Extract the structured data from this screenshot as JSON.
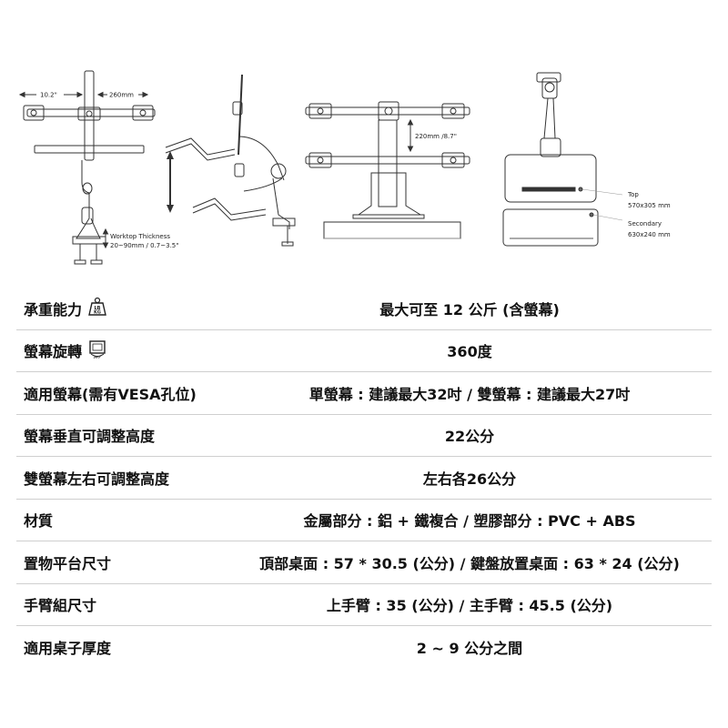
{
  "diagram": {
    "dim_left": "10.2\"",
    "dim_right": "260mm",
    "worktop_line1": "Worktop Thickness",
    "worktop_line2": "20~90mm / 0.7~3.5\"",
    "vertical_gap": "220mm /8.7\"",
    "top_label": "Top",
    "top_size": "570x305 mm",
    "secondary_label": "Secondary",
    "secondary_size": "630x240 mm",
    "weight_icon_text": "LB\nKG",
    "rotate_icon_text": "360°"
  },
  "specs": [
    {
      "label": "承重能力",
      "icon": "weight-icon",
      "value": "最大可至 12 公斤 (含螢幕)"
    },
    {
      "label": "螢幕旋轉",
      "icon": "rotation-icon",
      "value": "360度"
    },
    {
      "label": "適用螢幕(需有VESA孔位)",
      "icon": "",
      "value": "單螢幕 : 建議最大32吋 / 雙螢幕 : 建議最大27吋"
    },
    {
      "label": "螢幕垂直可調整高度",
      "icon": "",
      "value": "22公分"
    },
    {
      "label": "雙螢幕左右可調整高度",
      "icon": "",
      "value": "左右各26公分"
    },
    {
      "label": "材質",
      "icon": "",
      "value": "金屬部分 : 鋁 + 鐵複合 / 塑膠部分 : PVC + ABS"
    },
    {
      "label": "置物平台尺寸",
      "icon": "",
      "value": "頂部桌面 : 57 * 30.5 (公分) / 鍵盤放置桌面 : 63 * 24 (公分)"
    },
    {
      "label": "手臂組尺寸",
      "icon": "",
      "value": "上手臂 : 35 (公分) / 主手臂 : 45.5 (公分)"
    },
    {
      "label": "適用桌子厚度",
      "icon": "",
      "value": "2 ~ 9 公分之間"
    }
  ]
}
